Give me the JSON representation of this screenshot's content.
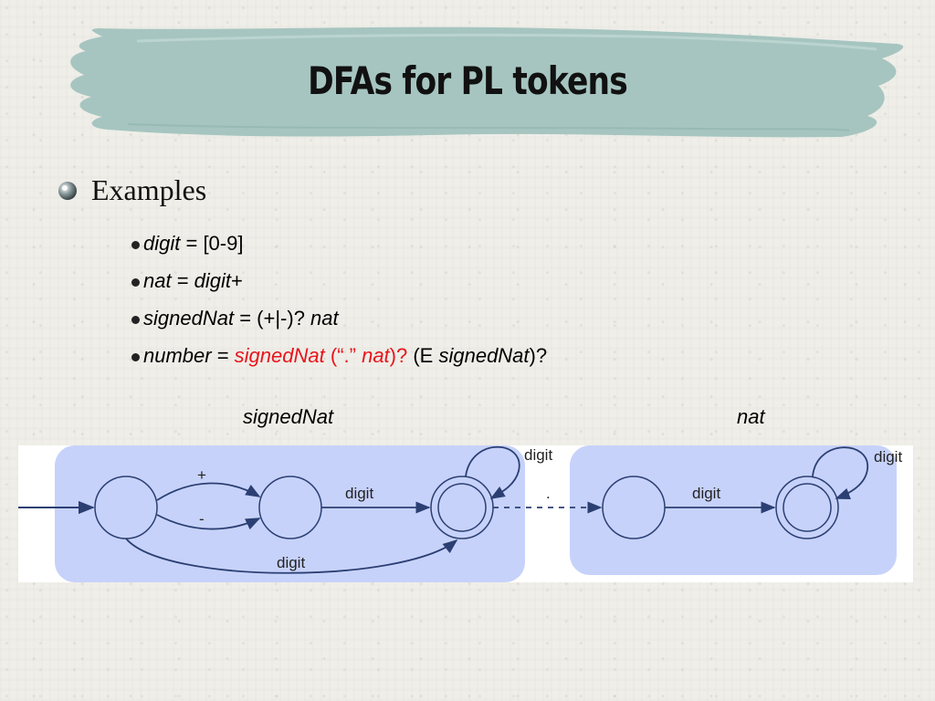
{
  "slide": {
    "title": "DFAs for PL tokens",
    "colors": {
      "banner": "#a6c5c0",
      "panel_blue": "#c7d2fa",
      "highlight_red": "#e8141b"
    }
  },
  "bullets": {
    "level1": {
      "icon": "round-bullet-icon",
      "text": "Examples"
    },
    "defs": [
      {
        "name": "digit",
        "eq": " = ",
        "rhs": "[0-9]"
      },
      {
        "name": "nat",
        "eq": " = ",
        "rhs_it": "digit",
        "rhs_tail": "+"
      },
      {
        "name": "signedNat",
        "eq": " = ",
        "rhs": "(+|-)? ",
        "rhs_it": "nat"
      },
      {
        "name": "number",
        "eq": " = ",
        "red_a": "signedNat",
        "red_b": " (“.” ",
        "red_c": "nat",
        "red_d": ")?",
        "tail_a": " (E ",
        "tail_b": "signedNat",
        "tail_c": ")?"
      }
    ]
  },
  "diagram": {
    "labels": {
      "signednat": "signedNat",
      "nat": "nat"
    },
    "edges": {
      "plus": "+",
      "minus": "-",
      "digit_mid": "digit",
      "digit_bottom": "digit",
      "digit_loop_1": "digit",
      "dot": ".",
      "digit_right": "digit",
      "digit_loop_2": "digit"
    }
  }
}
